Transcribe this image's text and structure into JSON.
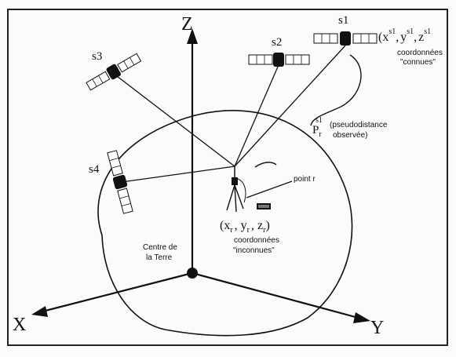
{
  "axes": {
    "z": "Z",
    "x": "X",
    "y": "Y"
  },
  "satellites": [
    {
      "label": "s1"
    },
    {
      "label": "s2"
    },
    {
      "label": "s3"
    },
    {
      "label": "s4"
    }
  ],
  "known_coords": {
    "open": "(x",
    "x_sup": "s1",
    "sep1": ",",
    "y": "y",
    "y_sup": "s1",
    "sep2": ",",
    "z": "z",
    "z_sup": "s1",
    "caption_line1": "coordonnées",
    "caption_line2": "\"connues\""
  },
  "pseudodistance": {
    "symbol": "P",
    "sub": "r",
    "sup": "s1",
    "line1": "(pseudodistance",
    "line2": "observée)"
  },
  "point_label": "point r",
  "unknown_coords": {
    "open": "(x",
    "x_sub": "r",
    "sep1": ",",
    "y": "y",
    "y_sub": "r",
    "sep2": ",",
    "z": "z",
    "z_sub": "r",
    "close": ")",
    "caption_line1": "coordonnées",
    "caption_line2": "\"inconnues\""
  },
  "earth_center": {
    "line1": "Centre de",
    "line2": "la Terre"
  }
}
